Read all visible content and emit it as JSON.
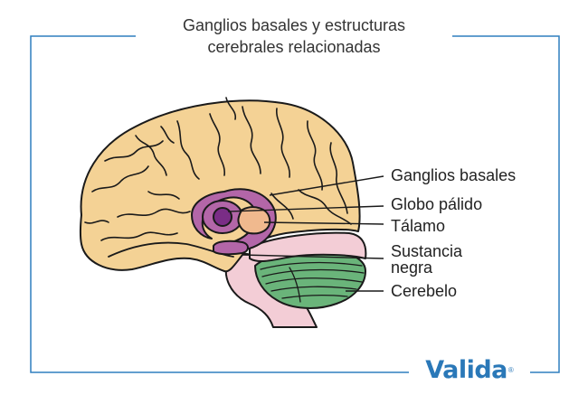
{
  "title": {
    "line1": "Ganglios basales y estructuras",
    "line2": "cerebrales relacionadas"
  },
  "labels": {
    "basal_ganglia": "Ganglios basales",
    "globus_pallidus": "Globo pálido",
    "thalamus": "Tálamo",
    "substantia_nigra_line1": "Sustancia",
    "substantia_nigra_line2": "negra",
    "cerebellum": "Cerebelo"
  },
  "brand": {
    "name": "Valida",
    "registered_mark": "®"
  },
  "colors": {
    "frame": "#2f7fbf",
    "brain": "#f4d295",
    "outline": "#1a1a1a",
    "basal_ganglia": "#b366a8",
    "globus_pallidus": "#7a2d86",
    "thalamus": "#f0b98e",
    "brainstem": "#f3cdd6",
    "cerebellum": "#6ab47a",
    "brand": "#2a78b8"
  }
}
